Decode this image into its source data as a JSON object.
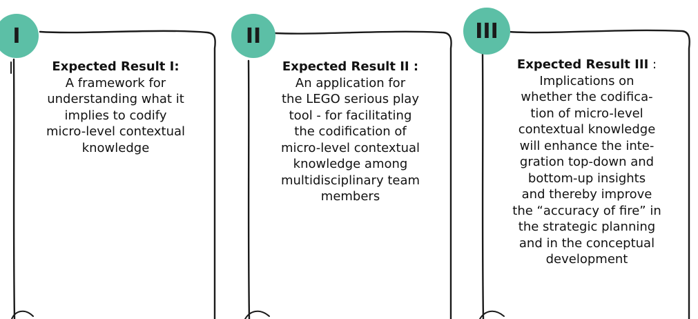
{
  "cards": [
    {
      "badge": "I",
      "heading": "Expected Result I:",
      "heading_suffix": "",
      "lines": [
        "A framework for",
        "understanding what it",
        "implies to codify",
        "micro-level contextual",
        "knowledge"
      ]
    },
    {
      "badge": "II",
      "heading": "Expected Result II :",
      "heading_suffix": "",
      "lines": [
        "An application for",
        "the LEGO serious play",
        "tool - for facilitating",
        "the codification of",
        "micro-level contextual",
        "knowledge among",
        "multidisciplinary team",
        "members"
      ]
    },
    {
      "badge": "III",
      "heading": "Expected Result III",
      "heading_suffix": " :",
      "lines": [
        "Implications on",
        "whether the codifica-",
        "tion of micro-level",
        "contextual knowledge",
        "will  enhance the inte-",
        "gration top-down and",
        "bottom-up insights",
        "and thereby improve",
        "the “accuracy of fire” in",
        "the strategic planning",
        "and in the conceptual",
        "development"
      ]
    }
  ],
  "colors": {
    "badge": "#5cbfa6",
    "outline": "#1a1a1a"
  }
}
